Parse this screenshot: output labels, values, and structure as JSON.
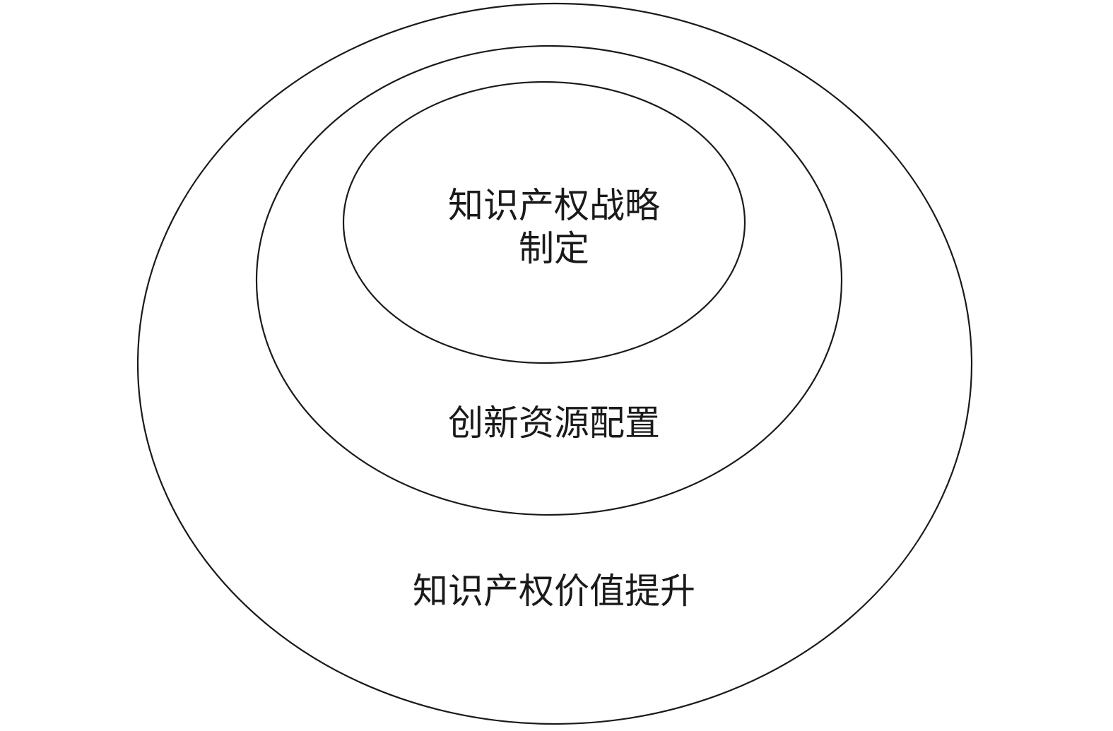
{
  "diagram": {
    "outer": {
      "label": "知识产权价值提升"
    },
    "middle": {
      "label": "创新资源配置"
    },
    "inner": {
      "label_line1": "知识产权战略",
      "label_line2": "制定"
    },
    "colors": {
      "stroke": "#1a1a1a",
      "text": "#1a1a1a",
      "background": "#ffffff"
    }
  }
}
